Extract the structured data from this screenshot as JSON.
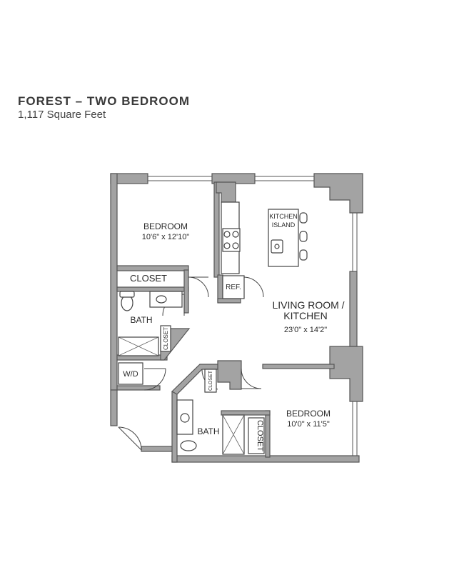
{
  "plan": {
    "title": "FOREST – TWO BEDROOM",
    "subtitle": "1,117 Square Feet"
  },
  "rooms": {
    "bedroom1": {
      "label": "BEDROOM",
      "dims": "10'6\" x 12'10\""
    },
    "closet1": {
      "label": "CLOSET"
    },
    "bath1": {
      "label": "BATH"
    },
    "closet_small1": {
      "label": "CLOSET"
    },
    "wd": {
      "label": "W/D"
    },
    "living": {
      "label_line1": "LIVING ROOM /",
      "label_line2": "KITCHEN",
      "dims": "23'0\" x 14'2\""
    },
    "island": {
      "label_line1": "KITCHEN",
      "label_line2": "ISLAND"
    },
    "ref": {
      "label": "REF."
    },
    "closet_small2": {
      "label": "CLOSET"
    },
    "bath2": {
      "label": "BATH"
    },
    "closet2": {
      "label": "CLOSET"
    },
    "bedroom2": {
      "label": "BEDROOM",
      "dims": "10'0\" x 11'5\""
    }
  }
}
